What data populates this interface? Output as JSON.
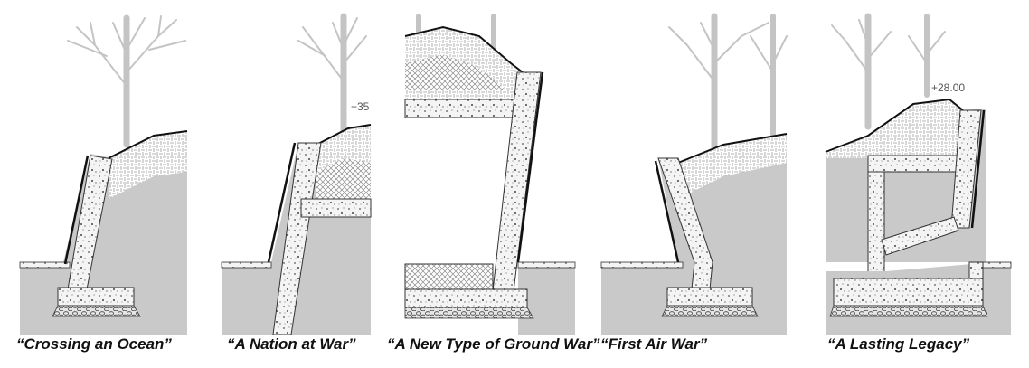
{
  "panels": [
    {
      "caption": "“Crossing an Ocean”",
      "elevation": ""
    },
    {
      "caption": "“A Nation at War”",
      "elevation": "+35"
    },
    {
      "caption": "“A New Type of Ground War”",
      "elevation": ""
    },
    {
      "caption": "“First Air War”",
      "elevation": ""
    },
    {
      "caption": "“A Lasting Legacy”",
      "elevation": "+28.00"
    }
  ],
  "colors": {
    "ground": "#c9c9c9",
    "tree": "#c4c4c4",
    "concrete": "#f2f2f2",
    "soil_fill": "#ffffff",
    "outline": "#111111"
  }
}
